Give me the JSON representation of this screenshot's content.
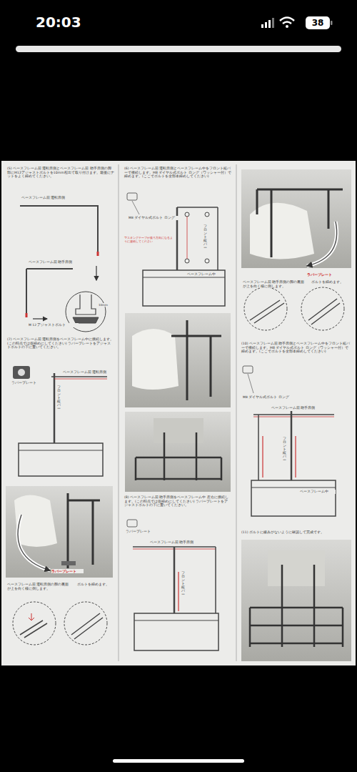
{
  "diagram": {
    "labels": [
      "20:03",
      "38",
      "(5) ベースフレーム前 運転席側とベースフレーム前 助手席側の脚部にM12アジャストボルトを10mm程出て取り付けます。最後にナットをよく締めてください。",
      "ベースフレーム前 運転席側",
      "ベースフレーム前 助手席側",
      "M 12 アジャストボルト",
      "10mm",
      "(7) ベースフレーム前 運転席側をベースフレーム中に接続します。(この時点では仮締めにしてください) ラバープレートをアジャストボルトの下に置いてください。",
      "ラバープレート",
      "ベースフレーム前 運転席側",
      "フロント縦バー",
      "ラバープレート",
      "ベースフレーム前 運転席側の脚の裏面が上を向く様に倒します。",
      "ボルトを締めます。",
      "(6) ベースフレーム前 運転席側とベースフレーム中をフロント縦バーで接続します。M8 ダイヤル式ボルト ロング（ワッシャー付）で締めます。(ここでボルトを全部本締めしてください)",
      "M8 ダイヤル式ボルト ロング",
      "マスキングテープが後ろ方向になるように接続してください",
      "フロント縦バー",
      "ベースフレーム中",
      "(8) ベースフレーム前 助手席側をベースフレーム中 左右に接続します。(この時点では仮締めにしてください) ラバープレートをアジャストボルトの下に置いてください。",
      "ラバープレート",
      "ベースフレーム前 助手席側",
      "フロント縦バー",
      "ラバープレート",
      "ベースフレーム前 助手席側の脚の裏面が上を向く様に倒します。",
      "ボルトを締めます。",
      "(10) ベースフレーム前 助手席側とベースフレーム中をフロント縦バーで接続します。M8 ダイヤル式ボルト ロング（ワッシャー付）で締めます。(ここでボルトを全部本締めしてください)",
      "M8 ダイヤル式ボルト ロング",
      "ベースフレーム前 助手席側",
      "フロント縦バー",
      "ベースフレーム中",
      "(11) ボルトに緩みがないように確認して完成です。"
    ]
  }
}
